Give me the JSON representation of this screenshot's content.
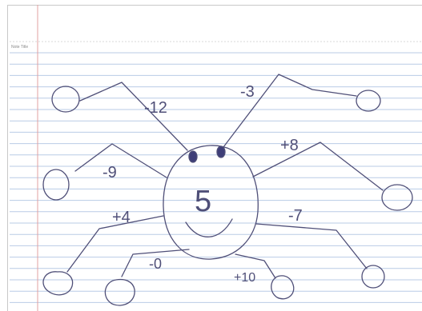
{
  "note": {
    "title_label": "Note Title"
  },
  "drawing": {
    "body_number": "5",
    "legs": [
      {
        "position": "top-left",
        "label": "-12"
      },
      {
        "position": "top-right",
        "label": "-3"
      },
      {
        "position": "middle-left",
        "label": "-9"
      },
      {
        "position": "middle-right",
        "label": "+8"
      },
      {
        "position": "lower-left",
        "label": "+4"
      },
      {
        "position": "lower-right",
        "label": "-7"
      },
      {
        "position": "bottom-left",
        "label": "-0"
      },
      {
        "position": "bottom-right",
        "label": "+10"
      }
    ]
  },
  "colors": {
    "ruled_line": "#b9cbe6",
    "margin_line": "#e2a0a0",
    "ink": "#4f4f78",
    "eye_fill": "#3e3e78"
  }
}
